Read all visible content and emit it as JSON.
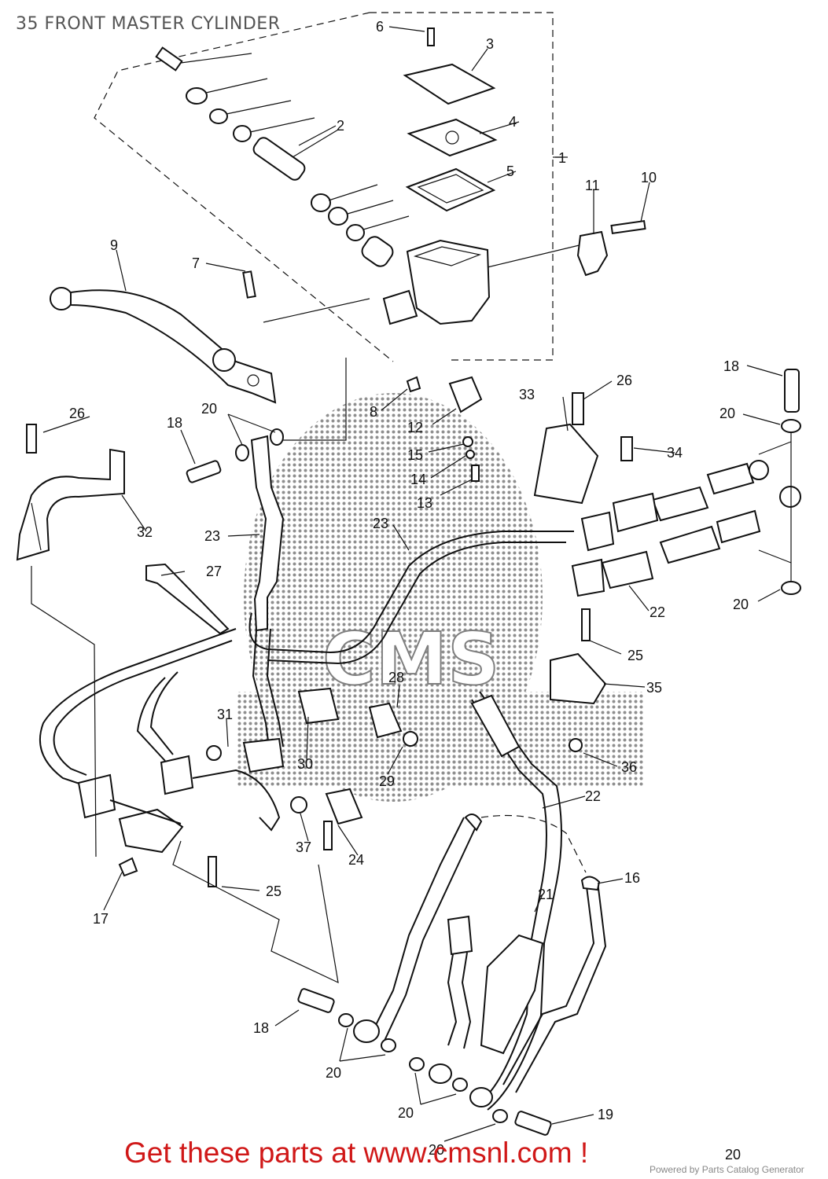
{
  "page": {
    "title": "35 FRONT MASTER CYLINDER",
    "banner": "Get these parts at www.cmsnl.com !",
    "credit": "Powered by Parts Catalog Generator",
    "watermark": "CMS"
  },
  "callouts": [
    {
      "id": "c1",
      "label": "1"
    },
    {
      "id": "c2",
      "label": "2"
    },
    {
      "id": "c3",
      "label": "3"
    },
    {
      "id": "c4",
      "label": "4"
    },
    {
      "id": "c5",
      "label": "5"
    },
    {
      "id": "c6",
      "label": "6"
    },
    {
      "id": "c7",
      "label": "7"
    },
    {
      "id": "c8",
      "label": "8"
    },
    {
      "id": "c9",
      "label": "9"
    },
    {
      "id": "c10",
      "label": "10"
    },
    {
      "id": "c11",
      "label": "11"
    },
    {
      "id": "c12",
      "label": "12"
    },
    {
      "id": "c13",
      "label": "13"
    },
    {
      "id": "c14",
      "label": "14"
    },
    {
      "id": "c15",
      "label": "15"
    },
    {
      "id": "c16",
      "label": "16"
    },
    {
      "id": "c17",
      "label": "17"
    },
    {
      "id": "c18a",
      "label": "18"
    },
    {
      "id": "c18b",
      "label": "18"
    },
    {
      "id": "c18c",
      "label": "18"
    },
    {
      "id": "c19",
      "label": "19"
    },
    {
      "id": "c20a",
      "label": "20"
    },
    {
      "id": "c20b",
      "label": "20"
    },
    {
      "id": "c20c",
      "label": "20"
    },
    {
      "id": "c20d",
      "label": "20"
    },
    {
      "id": "c20e",
      "label": "20"
    },
    {
      "id": "c20f",
      "label": "20"
    },
    {
      "id": "c20g",
      "label": "20"
    },
    {
      "id": "c21",
      "label": "21"
    },
    {
      "id": "c22a",
      "label": "22"
    },
    {
      "id": "c22b",
      "label": "22"
    },
    {
      "id": "c23a",
      "label": "23"
    },
    {
      "id": "c23b",
      "label": "23"
    },
    {
      "id": "c24",
      "label": "24"
    },
    {
      "id": "c25a",
      "label": "25"
    },
    {
      "id": "c25b",
      "label": "25"
    },
    {
      "id": "c26a",
      "label": "26"
    },
    {
      "id": "c26b",
      "label": "26"
    },
    {
      "id": "c27",
      "label": "27"
    },
    {
      "id": "c28",
      "label": "28"
    },
    {
      "id": "c29",
      "label": "29"
    },
    {
      "id": "c30",
      "label": "30"
    },
    {
      "id": "c31",
      "label": "31"
    },
    {
      "id": "c32",
      "label": "32"
    },
    {
      "id": "c33",
      "label": "33"
    },
    {
      "id": "c34",
      "label": "34"
    },
    {
      "id": "c35",
      "label": "35"
    },
    {
      "id": "c36",
      "label": "36"
    },
    {
      "id": "c37",
      "label": "37"
    }
  ]
}
